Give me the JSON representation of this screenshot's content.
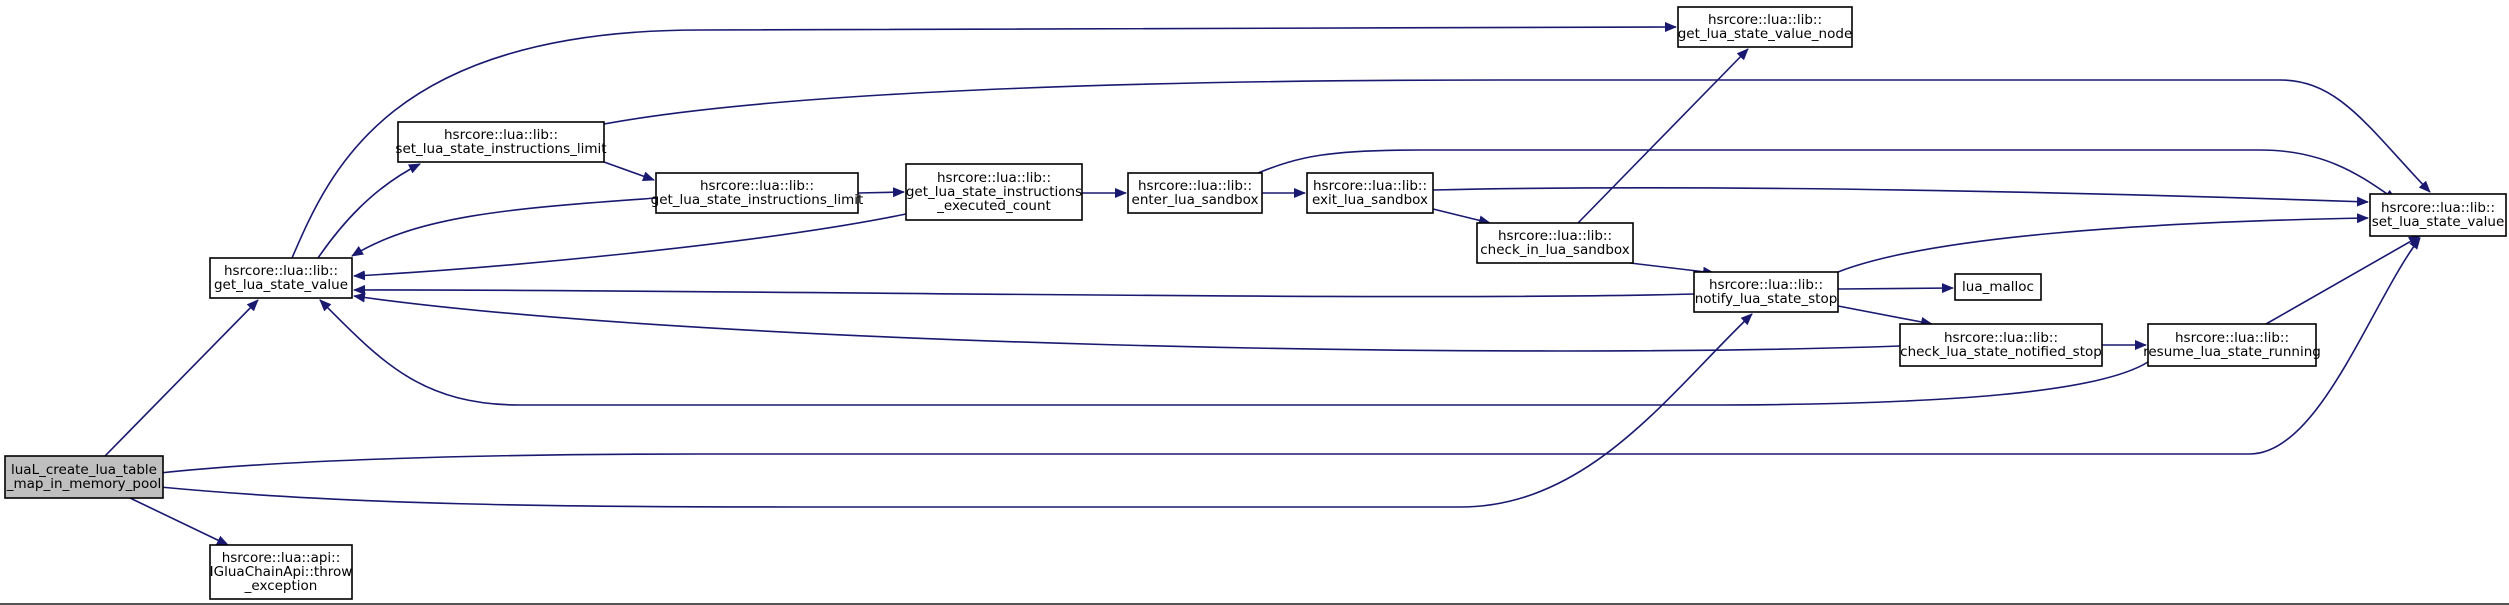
{
  "graph": {
    "colors": {
      "edge": "#191970",
      "node_fill": "#ffffff",
      "root_fill": "#bfbfbf",
      "node_stroke": "#000000"
    },
    "nodes": [
      {
        "id": "root",
        "name": "node-luaL-create-lua-table-map-in-memory-pool",
        "lines": [
          "luaL_create_lua_table",
          "_map_in_memory_pool"
        ],
        "root": true
      },
      {
        "id": "throw",
        "name": "node-throw-exception",
        "lines": [
          "hsrcore::lua::api::",
          "IGluaChainApi::throw",
          "_exception"
        ]
      },
      {
        "id": "gsv",
        "name": "node-get-lua-state-value",
        "lines": [
          "hsrcore::lua::lib::",
          "get_lua_state_value"
        ]
      },
      {
        "id": "setlimit",
        "name": "node-set-lua-state-instructions-limit",
        "lines": [
          "hsrcore::lua::lib::",
          "set_lua_state_instructions_limit"
        ]
      },
      {
        "id": "getlimit",
        "name": "node-get-lua-state-instructions-limit",
        "lines": [
          "hsrcore::lua::lib::",
          "get_lua_state_instructions_limit"
        ]
      },
      {
        "id": "execcount",
        "name": "node-get-lua-state-instructions-executed-count",
        "lines": [
          "hsrcore::lua::lib::",
          "get_lua_state_instructions",
          "_executed_count"
        ]
      },
      {
        "id": "enter",
        "name": "node-enter-lua-sandbox",
        "lines": [
          "hsrcore::lua::lib::",
          "enter_lua_sandbox"
        ]
      },
      {
        "id": "exit",
        "name": "node-exit-lua-sandbox",
        "lines": [
          "hsrcore::lua::lib::",
          "exit_lua_sandbox"
        ]
      },
      {
        "id": "checkin",
        "name": "node-check-in-lua-sandbox",
        "lines": [
          "hsrcore::lua::lib::",
          "check_in_lua_sandbox"
        ]
      },
      {
        "id": "gsvnode",
        "name": "node-get-lua-state-value-node",
        "lines": [
          "hsrcore::lua::lib::",
          "get_lua_state_value_node"
        ]
      },
      {
        "id": "notify",
        "name": "node-notify-lua-state-stop",
        "lines": [
          "hsrcore::lua::lib::",
          "notify_lua_state_stop"
        ]
      },
      {
        "id": "malloc",
        "name": "node-lua-malloc",
        "lines": [
          "lua_malloc"
        ]
      },
      {
        "id": "checknotified",
        "name": "node-check-lua-state-notified-stop",
        "lines": [
          "hsrcore::lua::lib::",
          "check_lua_state_notified_stop"
        ]
      },
      {
        "id": "resume",
        "name": "node-resume-lua-state-running",
        "lines": [
          "hsrcore::lua::lib::",
          "resume_lua_state_running"
        ]
      },
      {
        "id": "ssv",
        "name": "node-set-lua-state-value",
        "lines": [
          "hsrcore::lua::lib::",
          "set_lua_state_value"
        ]
      }
    ],
    "edges": [
      {
        "from": "root",
        "to": "gsv"
      },
      {
        "from": "root",
        "to": "throw"
      },
      {
        "from": "root",
        "to": "ssv"
      },
      {
        "from": "root",
        "to": "notify"
      },
      {
        "from": "gsv",
        "to": "setlimit"
      },
      {
        "from": "gsv",
        "to": "gsvnode"
      },
      {
        "from": "setlimit",
        "to": "getlimit"
      },
      {
        "from": "setlimit",
        "to": "ssv"
      },
      {
        "from": "getlimit",
        "to": "gsv"
      },
      {
        "from": "getlimit",
        "to": "execcount"
      },
      {
        "from": "execcount",
        "to": "gsv"
      },
      {
        "from": "execcount",
        "to": "enter"
      },
      {
        "from": "enter",
        "to": "exit"
      },
      {
        "from": "enter",
        "to": "ssv"
      },
      {
        "from": "exit",
        "to": "checkin"
      },
      {
        "from": "exit",
        "to": "ssv"
      },
      {
        "from": "checkin",
        "to": "gsvnode"
      },
      {
        "from": "checkin",
        "to": "notify"
      },
      {
        "from": "notify",
        "to": "gsv"
      },
      {
        "from": "notify",
        "to": "malloc"
      },
      {
        "from": "notify",
        "to": "checknotified"
      },
      {
        "from": "notify",
        "to": "ssv"
      },
      {
        "from": "checknotified",
        "to": "gsv"
      },
      {
        "from": "checknotified",
        "to": "resume"
      },
      {
        "from": "resume",
        "to": "gsv"
      },
      {
        "from": "resume",
        "to": "ssv"
      }
    ]
  }
}
